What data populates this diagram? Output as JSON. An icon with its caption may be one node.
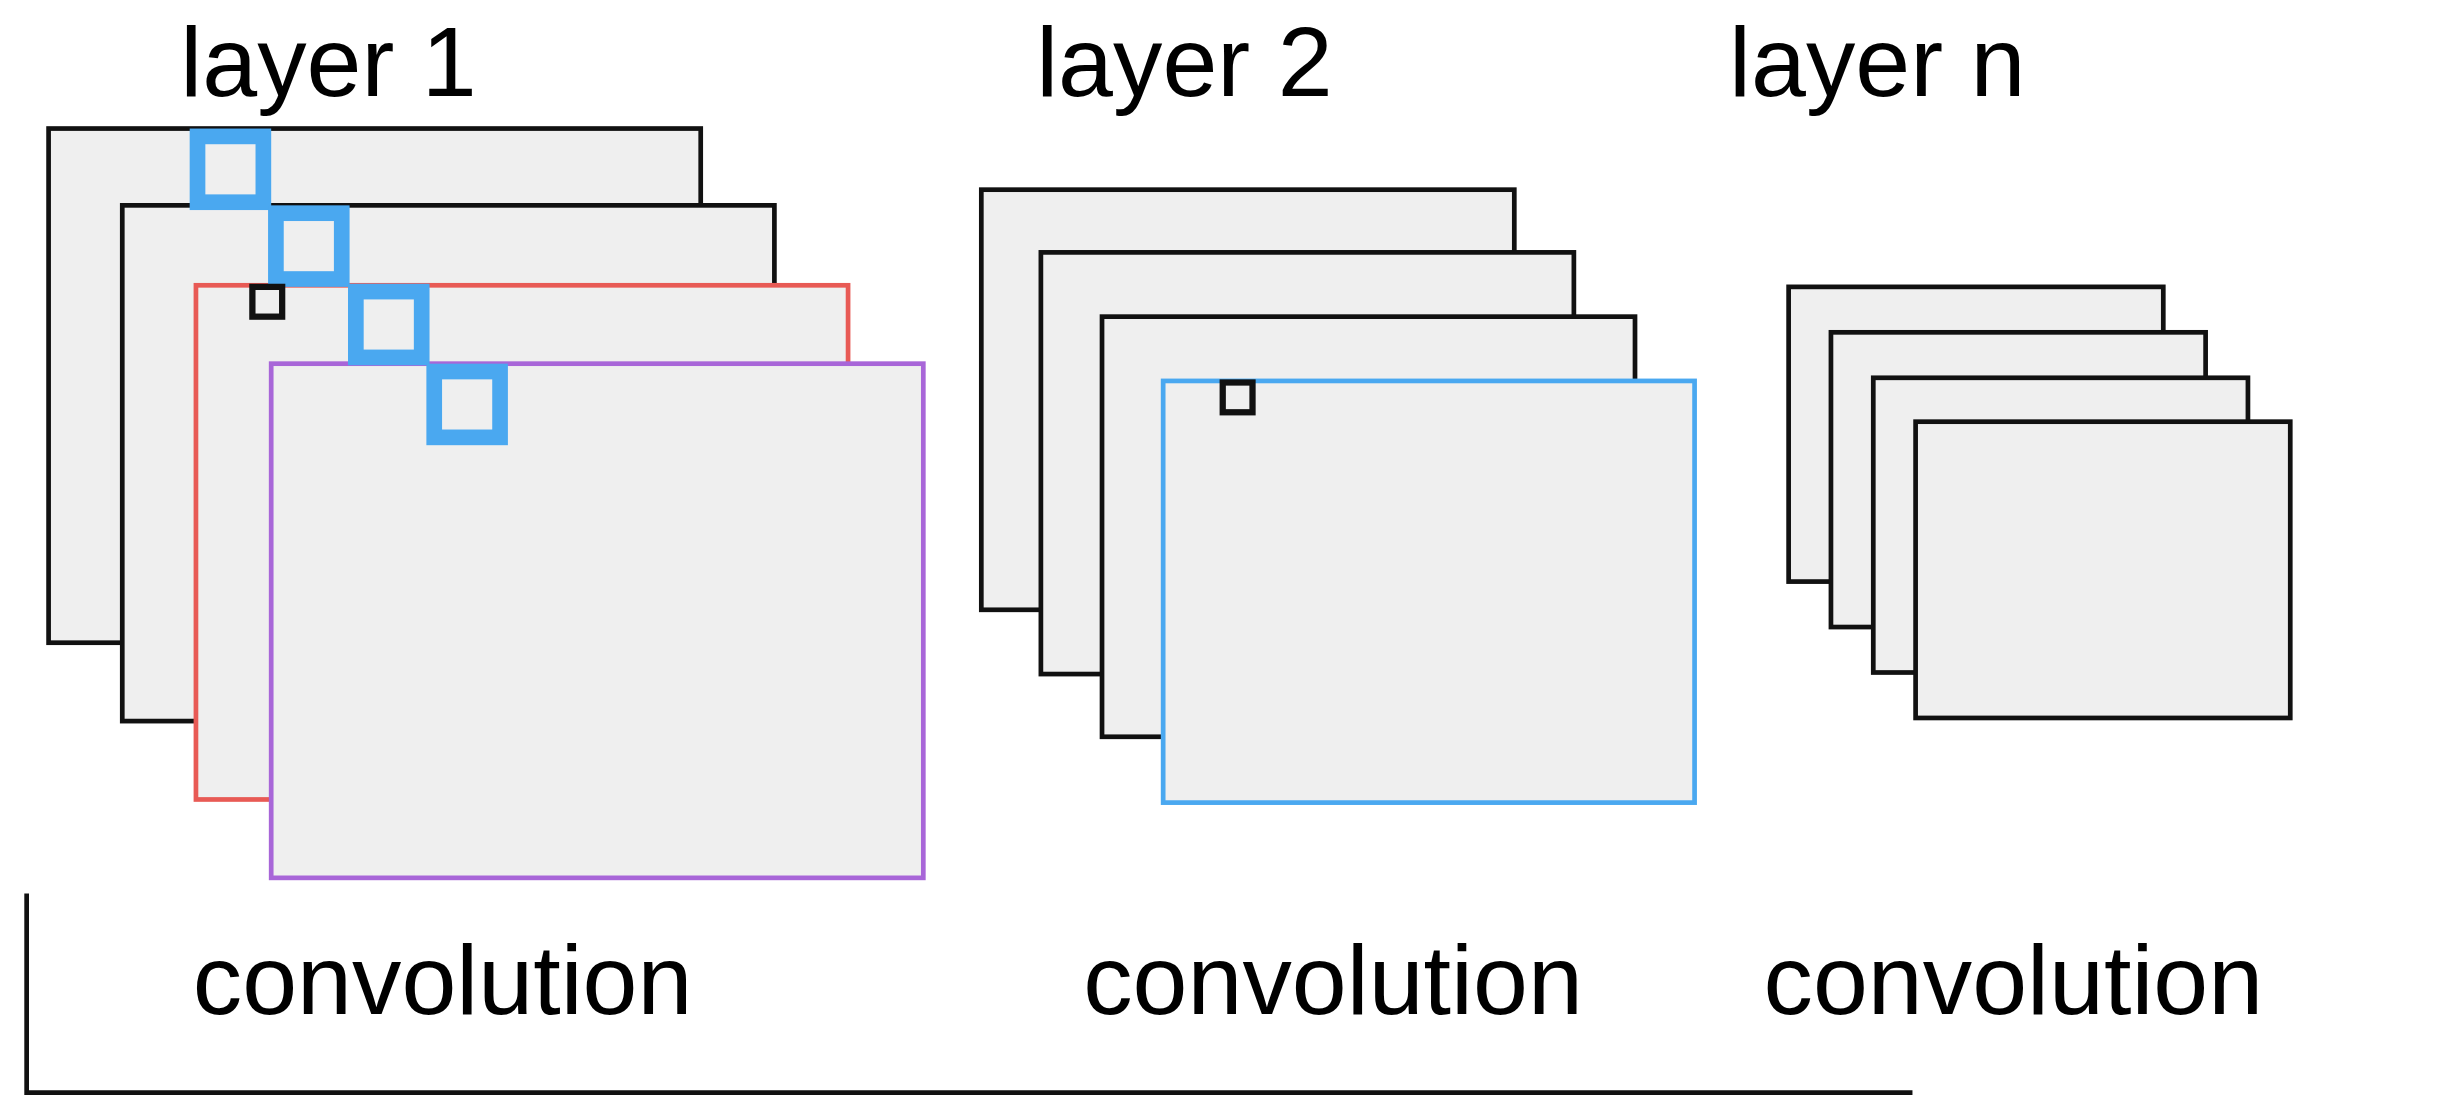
{
  "diagram": {
    "labels": [
      "layer 1",
      "layer 2",
      "layer n",
      "convolution",
      "convolution",
      "convolution"
    ]
  }
}
